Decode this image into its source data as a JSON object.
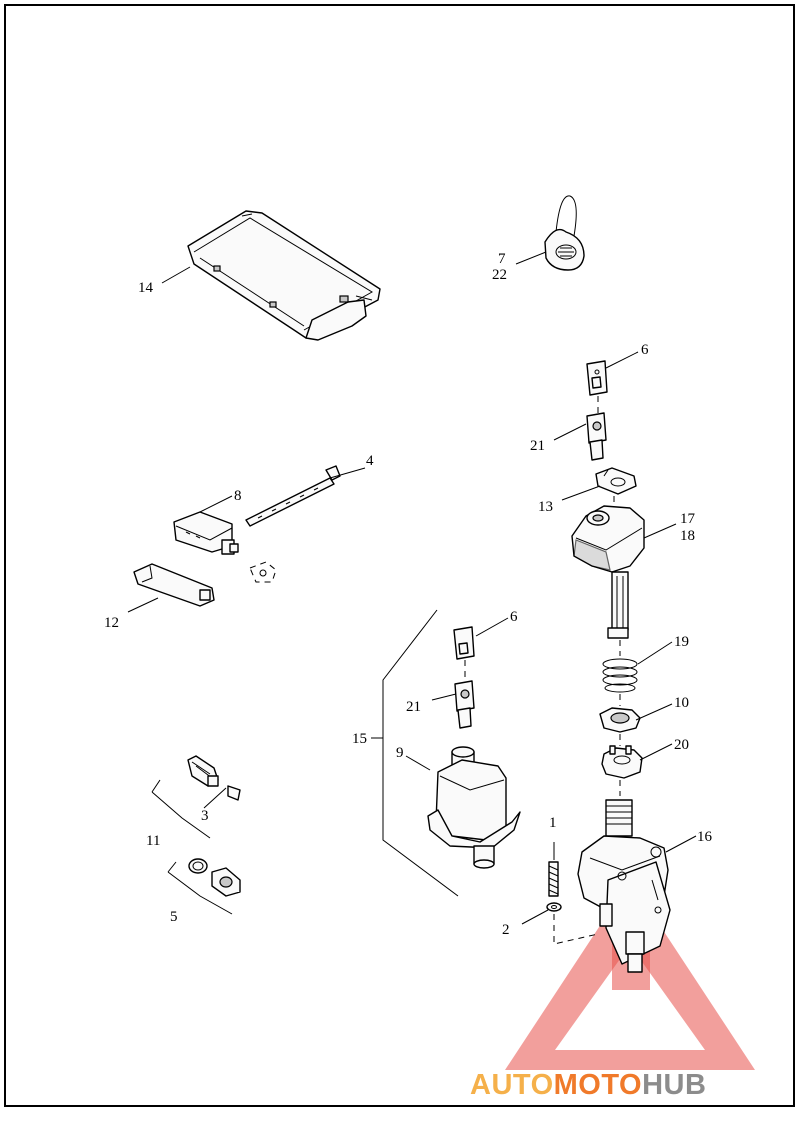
{
  "callouts": {
    "c1": "1",
    "c2": "2",
    "c3": "3",
    "c4": "4",
    "c5": "5",
    "c6a": "6",
    "c6b": "6",
    "c7": "7",
    "c8": "8",
    "c9": "9",
    "c10": "10",
    "c11": "11",
    "c12": "12",
    "c13": "13",
    "c14": "14",
    "c15": "15",
    "c16": "16",
    "c17": "17",
    "c18": "18",
    "c19": "19",
    "c20": "20",
    "c21a": "21",
    "c21b": "21",
    "c22": "22"
  },
  "watermark": {
    "part1": "AUTO",
    "part2": "MOTO",
    "part3": "HUB",
    "colors": {
      "part1": "#f5b04a",
      "part2": "#f07a2a",
      "part3": "#8c8c8c",
      "triangle": "#e8504a"
    }
  }
}
